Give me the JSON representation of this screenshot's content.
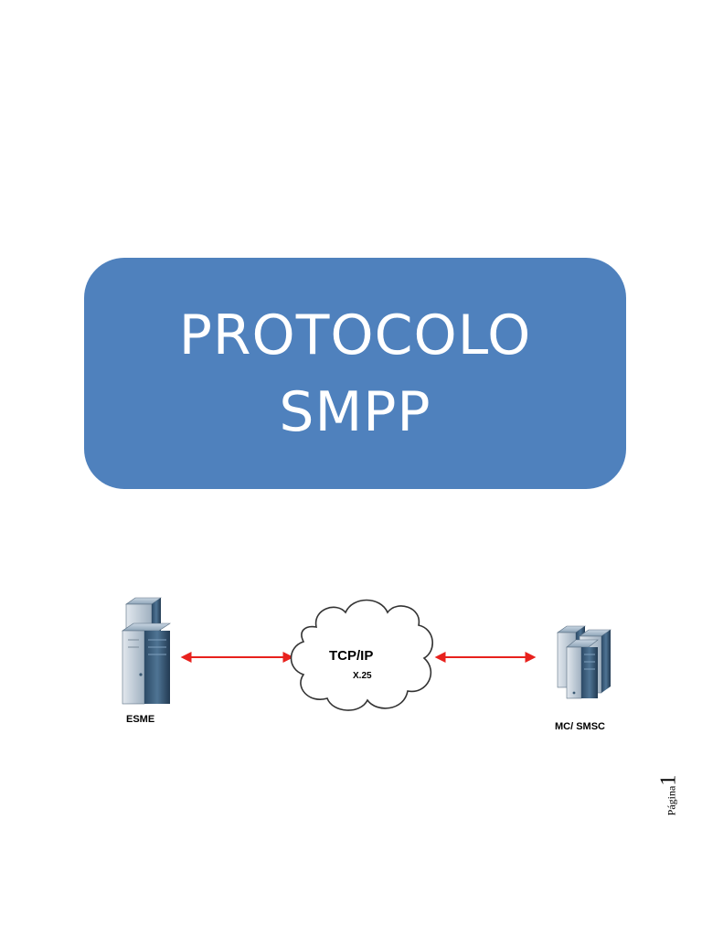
{
  "title": {
    "line1": "PROTOCOLO",
    "line2": "SMPP"
  },
  "diagram": {
    "left_node": {
      "label": "ESME",
      "icon": "server-rack-icon"
    },
    "network": {
      "title": "TCP/IP",
      "subtitle": "X.25",
      "icon": "cloud-icon"
    },
    "right_node": {
      "label": "MC/ SMSC",
      "icon": "server-cluster-icon"
    },
    "link_color": "#e8211d"
  },
  "colors": {
    "title_box": "#4f81bd",
    "title_text": "#ffffff",
    "page_bg": "#ffffff"
  },
  "footer": {
    "page_label": "Página",
    "page_number": "1"
  }
}
